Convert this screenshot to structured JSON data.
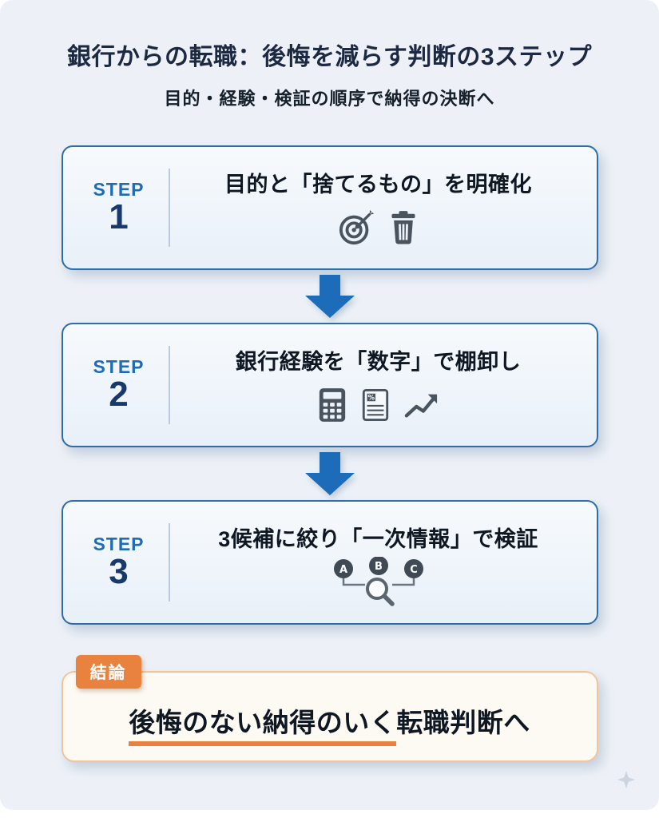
{
  "colors": {
    "background": "#edf1f7",
    "step_border": "#2e6da8",
    "step_label_blue": "#1e6cb5",
    "step_number_navy": "#183a6b",
    "arrow_blue": "#1d6cba",
    "conclusion_border": "#f2c49c",
    "conclusion_accent_orange": "#e8823e",
    "underline_orange": "#e8813f",
    "icon_gray": "#49545f"
  },
  "header": {
    "title": "銀行からの転職：後悔を減らす判断の3ステップ",
    "subtitle": "目的・経験・検証の順序で納得の決断へ"
  },
  "steps": [
    {
      "label": "STEP",
      "number": "1",
      "heading": "目的と「捨てるもの」を明確化",
      "icons": [
        "dartboard-target-icon",
        "trash-icon"
      ]
    },
    {
      "label": "STEP",
      "number": "2",
      "heading": "銀行経験を「数字」で棚卸し",
      "icons": [
        "calculator-icon",
        "spreadsheet-percent-icon",
        "trend-up-icon"
      ]
    },
    {
      "label": "STEP",
      "number": "3",
      "heading": "3候補に絞り「一次情報」で検証",
      "icons": [
        "abc-candidates-icon",
        "magnifier-icon"
      ],
      "candidate_labels": [
        "A",
        "B",
        "C"
      ]
    }
  ],
  "conclusion": {
    "badge": "結論",
    "highlighted_text": "後悔のない納得のいく",
    "rest_text": "転職判断へ"
  }
}
